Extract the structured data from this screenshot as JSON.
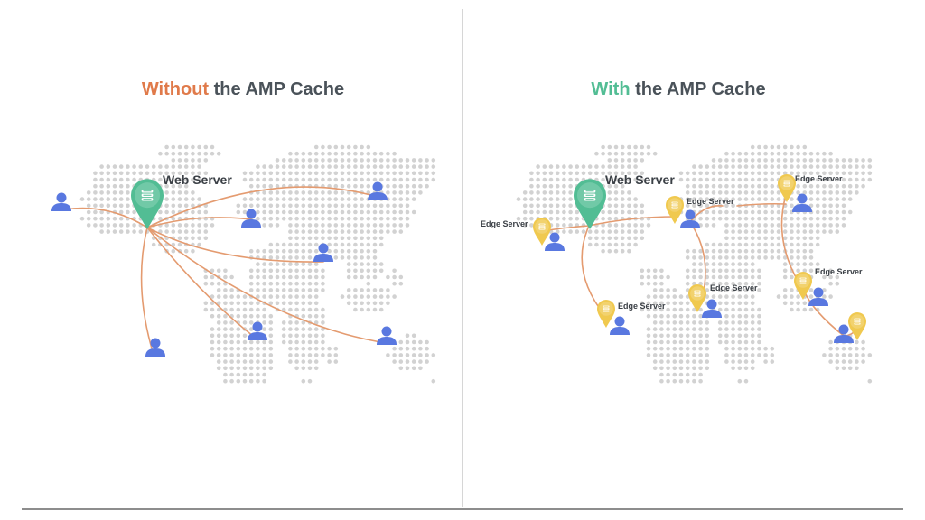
{
  "colors": {
    "warm": "#e07a4a",
    "cool": "#52bd94",
    "title_text": "#4a5259",
    "dot": "#d2d2d2",
    "user": "#5978e0",
    "line": "#e49b70",
    "origin_pin": "#52bd94",
    "edge_pin": "#f0c94f",
    "label": "#3b4046"
  },
  "icons": {
    "origin": "server-pin-icon",
    "edge": "edge-server-pin-icon",
    "user": "user-icon"
  },
  "left_panel": {
    "title_highlight": "Without",
    "title_rest": " the AMP Cache",
    "server_label": "Web Server"
  },
  "right_panel": {
    "title_highlight": "With",
    "title_rest": " the AMP Cache",
    "server_label": "Web Server",
    "edge_labels": [
      "Edge Server",
      "Edge Server",
      "Edge Server",
      "Edge Server",
      "Edge Server",
      "Edge Server"
    ]
  }
}
